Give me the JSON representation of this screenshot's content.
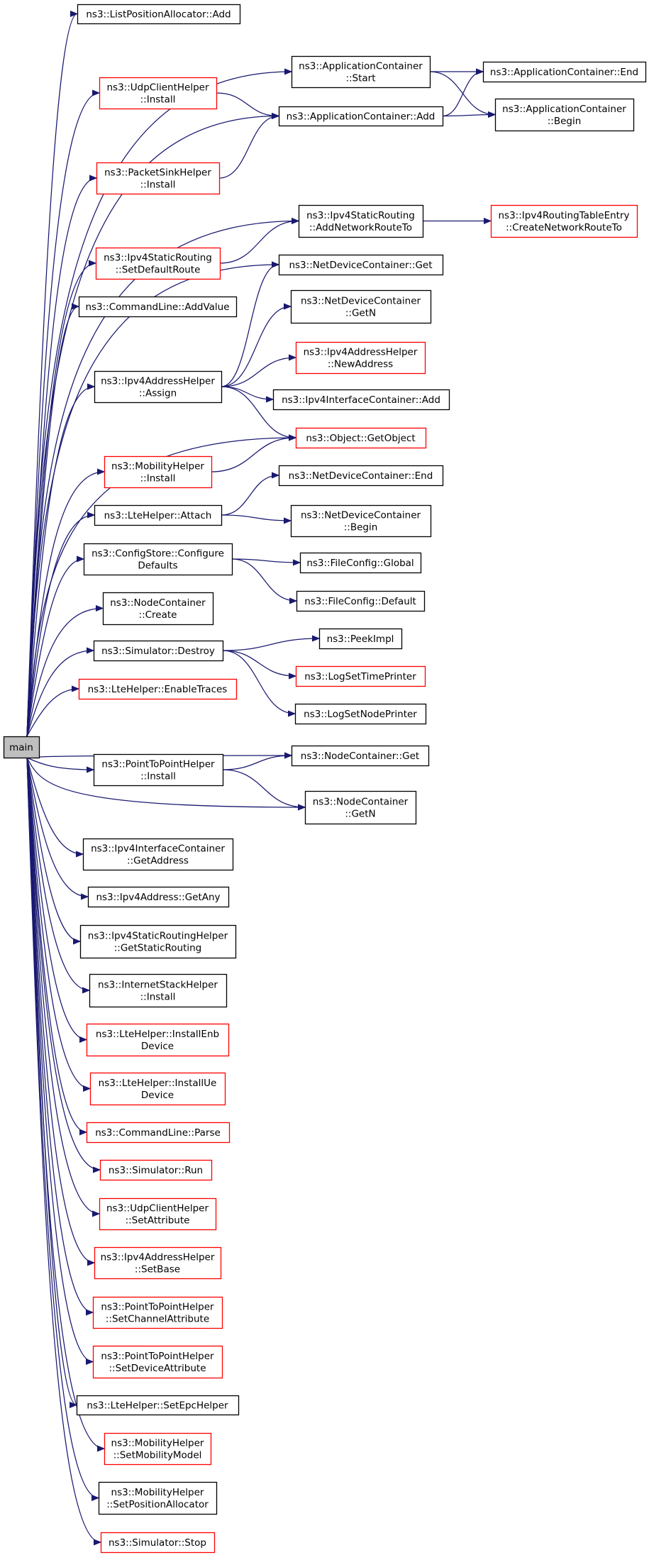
{
  "colors": {
    "edge": "#191970",
    "documented_border": "#000000",
    "undocumented_border": "#ff0000",
    "root_fill": "#bfbfbf"
  },
  "nodes": [
    {
      "id": "main",
      "lines": [
        "main"
      ],
      "style": "root"
    },
    {
      "id": "n_list_add",
      "lines": [
        "ns3::ListPositionAllocator::Add"
      ],
      "style": "black"
    },
    {
      "id": "n_app_start",
      "lines": [
        "ns3::ApplicationContainer",
        "::Start"
      ],
      "style": "black"
    },
    {
      "id": "n_app_end",
      "lines": [
        "ns3::ApplicationContainer::End"
      ],
      "style": "black"
    },
    {
      "id": "n_app_begin",
      "lines": [
        "ns3::ApplicationContainer",
        "::Begin"
      ],
      "style": "black"
    },
    {
      "id": "n_udpclient_install",
      "lines": [
        "ns3::UdpClientHelper",
        "::Install"
      ],
      "style": "red"
    },
    {
      "id": "n_app_add",
      "lines": [
        "ns3::ApplicationContainer::Add"
      ],
      "style": "black"
    },
    {
      "id": "n_packetsink_install",
      "lines": [
        "ns3::PacketSinkHelper",
        "::Install"
      ],
      "style": "red"
    },
    {
      "id": "n_ipv4sr_addnet",
      "lines": [
        "ns3::Ipv4StaticRouting",
        "::AddNetworkRouteTo"
      ],
      "style": "black"
    },
    {
      "id": "n_rte_create",
      "lines": [
        "ns3::Ipv4RoutingTableEntry",
        "::CreateNetworkRouteTo"
      ],
      "style": "red"
    },
    {
      "id": "n_ipv4sr_setdefault",
      "lines": [
        "ns3::Ipv4StaticRouting",
        "::SetDefaultRoute"
      ],
      "style": "red"
    },
    {
      "id": "n_ndc_get",
      "lines": [
        "ns3::NetDeviceContainer::Get"
      ],
      "style": "black"
    },
    {
      "id": "n_cmd_addvalue",
      "lines": [
        "ns3::CommandLine::AddValue"
      ],
      "style": "black"
    },
    {
      "id": "n_ndc_getn",
      "lines": [
        "ns3::NetDeviceContainer",
        "::GetN"
      ],
      "style": "black"
    },
    {
      "id": "n_ipv4ah_newaddr",
      "lines": [
        "ns3::Ipv4AddressHelper",
        "::NewAddress"
      ],
      "style": "red"
    },
    {
      "id": "n_ipv4ah_assign",
      "lines": [
        "ns3::Ipv4AddressHelper",
        "::Assign"
      ],
      "style": "black"
    },
    {
      "id": "n_ipv4ic_add",
      "lines": [
        "ns3::Ipv4InterfaceContainer::Add"
      ],
      "style": "black"
    },
    {
      "id": "n_obj_getobj",
      "lines": [
        "ns3::Object::GetObject"
      ],
      "style": "red"
    },
    {
      "id": "n_mob_install",
      "lines": [
        "ns3::MobilityHelper",
        "::Install"
      ],
      "style": "red"
    },
    {
      "id": "n_ndc_end",
      "lines": [
        "ns3::NetDeviceContainer::End"
      ],
      "style": "black"
    },
    {
      "id": "n_lte_attach",
      "lines": [
        "ns3::LteHelper::Attach"
      ],
      "style": "black"
    },
    {
      "id": "n_ndc_begin",
      "lines": [
        "ns3::NetDeviceContainer",
        "::Begin"
      ],
      "style": "black"
    },
    {
      "id": "n_cfg_configure",
      "lines": [
        "ns3::ConfigStore::Configure",
        "Defaults"
      ],
      "style": "black"
    },
    {
      "id": "n_fc_global",
      "lines": [
        "ns3::FileConfig::Global"
      ],
      "style": "black"
    },
    {
      "id": "n_fc_default",
      "lines": [
        "ns3::FileConfig::Default"
      ],
      "style": "black"
    },
    {
      "id": "n_nc_create",
      "lines": [
        "ns3::NodeContainer",
        "::Create"
      ],
      "style": "black"
    },
    {
      "id": "n_sim_destroy",
      "lines": [
        "ns3::Simulator::Destroy"
      ],
      "style": "black"
    },
    {
      "id": "n_peekimpl",
      "lines": [
        "ns3::PeekImpl"
      ],
      "style": "black"
    },
    {
      "id": "n_logtime",
      "lines": [
        "ns3::LogSetTimePrinter"
      ],
      "style": "red"
    },
    {
      "id": "n_lte_traces",
      "lines": [
        "ns3::LteHelper::EnableTraces"
      ],
      "style": "red"
    },
    {
      "id": "n_lognode",
      "lines": [
        "ns3::LogSetNodePrinter"
      ],
      "style": "black"
    },
    {
      "id": "n_p2p_install",
      "lines": [
        "ns3::PointToPointHelper",
        "::Install"
      ],
      "style": "black"
    },
    {
      "id": "n_nc_get",
      "lines": [
        "ns3::NodeContainer::Get"
      ],
      "style": "black"
    },
    {
      "id": "n_nc_getn",
      "lines": [
        "ns3::NodeContainer",
        "::GetN"
      ],
      "style": "black"
    },
    {
      "id": "n_ipv4ic_getaddr",
      "lines": [
        "ns3::Ipv4InterfaceContainer",
        "::GetAddress"
      ],
      "style": "black"
    },
    {
      "id": "n_ipv4addr_getany",
      "lines": [
        "ns3::Ipv4Address::GetAny"
      ],
      "style": "black"
    },
    {
      "id": "n_ipv4srh_getstatic",
      "lines": [
        "ns3::Ipv4StaticRoutingHelper",
        "::GetStaticRouting"
      ],
      "style": "black"
    },
    {
      "id": "n_ish_install",
      "lines": [
        "ns3::InternetStackHelper",
        "::Install"
      ],
      "style": "black"
    },
    {
      "id": "n_lte_installenb",
      "lines": [
        "ns3::LteHelper::InstallEnb",
        "Device"
      ],
      "style": "red"
    },
    {
      "id": "n_lte_installue",
      "lines": [
        "ns3::LteHelper::InstallUe",
        "Device"
      ],
      "style": "red"
    },
    {
      "id": "n_cmd_parse",
      "lines": [
        "ns3::CommandLine::Parse"
      ],
      "style": "red"
    },
    {
      "id": "n_sim_run",
      "lines": [
        "ns3::Simulator::Run"
      ],
      "style": "red"
    },
    {
      "id": "n_udpclient_setattr",
      "lines": [
        "ns3::UdpClientHelper",
        "::SetAttribute"
      ],
      "style": "red"
    },
    {
      "id": "n_ipv4ah_setbase",
      "lines": [
        "ns3::Ipv4AddressHelper",
        "::SetBase"
      ],
      "style": "red"
    },
    {
      "id": "n_p2p_setchan",
      "lines": [
        "ns3::PointToPointHelper",
        "::SetChannelAttribute"
      ],
      "style": "red"
    },
    {
      "id": "n_p2p_setdev",
      "lines": [
        "ns3::PointToPointHelper",
        "::SetDeviceAttribute"
      ],
      "style": "red"
    },
    {
      "id": "n_lte_setepc",
      "lines": [
        "ns3::LteHelper::SetEpcHelper"
      ],
      "style": "black"
    },
    {
      "id": "n_mob_setmodel",
      "lines": [
        "ns3::MobilityHelper",
        "::SetMobilityModel"
      ],
      "style": "red"
    },
    {
      "id": "n_mob_setpos",
      "lines": [
        "ns3::MobilityHelper",
        "::SetPositionAllocator"
      ],
      "style": "black"
    },
    {
      "id": "n_sim_stop",
      "lines": [
        "ns3::Simulator::Stop"
      ],
      "style": "red"
    }
  ],
  "edges": [
    [
      "main",
      "n_list_add"
    ],
    [
      "main",
      "n_app_start"
    ],
    [
      "main",
      "n_udpclient_install"
    ],
    [
      "main",
      "n_app_add"
    ],
    [
      "main",
      "n_packetsink_install"
    ],
    [
      "main",
      "n_ipv4sr_addnet"
    ],
    [
      "main",
      "n_ipv4sr_setdefault"
    ],
    [
      "main",
      "n_ndc_get"
    ],
    [
      "main",
      "n_cmd_addvalue"
    ],
    [
      "main",
      "n_ipv4ah_assign"
    ],
    [
      "main",
      "n_obj_getobj"
    ],
    [
      "main",
      "n_mob_install"
    ],
    [
      "main",
      "n_lte_attach"
    ],
    [
      "main",
      "n_cfg_configure"
    ],
    [
      "main",
      "n_nc_create"
    ],
    [
      "main",
      "n_sim_destroy"
    ],
    [
      "main",
      "n_lte_traces"
    ],
    [
      "main",
      "n_nc_get"
    ],
    [
      "main",
      "n_p2p_install"
    ],
    [
      "main",
      "n_nc_getn"
    ],
    [
      "main",
      "n_ipv4ic_getaddr"
    ],
    [
      "main",
      "n_ipv4addr_getany"
    ],
    [
      "main",
      "n_ipv4srh_getstatic"
    ],
    [
      "main",
      "n_ish_install"
    ],
    [
      "main",
      "n_lte_installenb"
    ],
    [
      "main",
      "n_lte_installue"
    ],
    [
      "main",
      "n_cmd_parse"
    ],
    [
      "main",
      "n_sim_run"
    ],
    [
      "main",
      "n_udpclient_setattr"
    ],
    [
      "main",
      "n_ipv4ah_setbase"
    ],
    [
      "main",
      "n_p2p_setchan"
    ],
    [
      "main",
      "n_p2p_setdev"
    ],
    [
      "main",
      "n_lte_setepc"
    ],
    [
      "main",
      "n_mob_setmodel"
    ],
    [
      "main",
      "n_mob_setpos"
    ],
    [
      "main",
      "n_sim_stop"
    ],
    [
      "n_app_start",
      "n_app_end"
    ],
    [
      "n_app_start",
      "n_app_begin"
    ],
    [
      "n_udpclient_install",
      "n_app_add"
    ],
    [
      "n_app_add",
      "n_app_end"
    ],
    [
      "n_app_add",
      "n_app_begin"
    ],
    [
      "n_packetsink_install",
      "n_app_add"
    ],
    [
      "n_ipv4sr_addnet",
      "n_rte_create"
    ],
    [
      "n_ipv4sr_setdefault",
      "n_ipv4sr_addnet"
    ],
    [
      "n_ipv4ah_assign",
      "n_ndc_get"
    ],
    [
      "n_ipv4ah_assign",
      "n_ndc_getn"
    ],
    [
      "n_ipv4ah_assign",
      "n_ipv4ah_newaddr"
    ],
    [
      "n_ipv4ah_assign",
      "n_ipv4ic_add"
    ],
    [
      "n_ipv4ah_assign",
      "n_obj_getobj"
    ],
    [
      "n_mob_install",
      "n_obj_getobj"
    ],
    [
      "n_lte_attach",
      "n_ndc_end"
    ],
    [
      "n_lte_attach",
      "n_ndc_begin"
    ],
    [
      "n_cfg_configure",
      "n_fc_global"
    ],
    [
      "n_cfg_configure",
      "n_fc_default"
    ],
    [
      "n_sim_destroy",
      "n_peekimpl"
    ],
    [
      "n_sim_destroy",
      "n_logtime"
    ],
    [
      "n_sim_destroy",
      "n_lognode"
    ],
    [
      "n_p2p_install",
      "n_nc_get"
    ],
    [
      "n_p2p_install",
      "n_nc_getn"
    ]
  ]
}
